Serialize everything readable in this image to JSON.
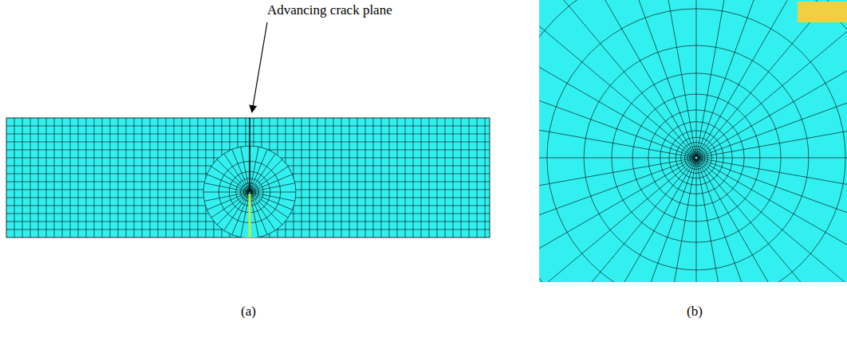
{
  "diagram": {
    "labels": [
      "Advancing crack plane",
      "(a)",
      "(b)"
    ]
  }
}
